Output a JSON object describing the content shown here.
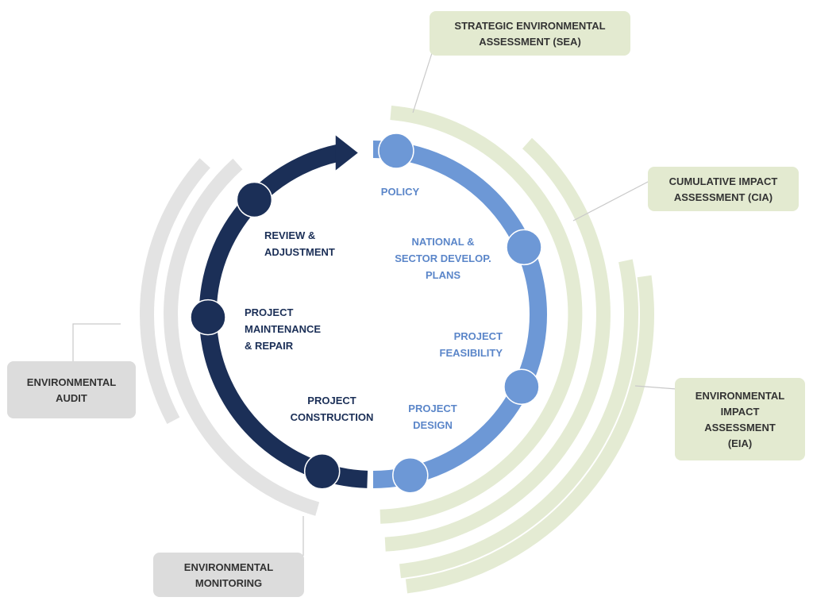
{
  "colors": {
    "dark_navy": "#1b2f57",
    "light_blue": "#6d98d6",
    "light_blue_text": "#5b86c9",
    "green_arc": "#e4ebd3",
    "green_box": "#e3ead0",
    "gray_arc": "#e3e3e3",
    "gray_box": "#dcdcdc"
  },
  "stages": [
    {
      "id": "policy",
      "lines": [
        "POLICY"
      ]
    },
    {
      "id": "plans",
      "lines": [
        "NATIONAL &",
        "SECTOR DEVELOP.",
        "PLANS"
      ]
    },
    {
      "id": "feasibility",
      "lines": [
        "PROJECT",
        "FEASIBILITY"
      ]
    },
    {
      "id": "design",
      "lines": [
        "PROJECT",
        "DESIGN"
      ]
    },
    {
      "id": "construction",
      "lines": [
        "PROJECT",
        "CONSTRUCTION"
      ]
    },
    {
      "id": "maintenance",
      "lines": [
        "PROJECT",
        "MAINTENANCE",
        "& REPAIR"
      ]
    },
    {
      "id": "review",
      "lines": [
        "REVIEW &",
        "ADJUSTMENT"
      ]
    }
  ],
  "assessment_boxes": [
    {
      "id": "sea",
      "lines": [
        "STRATEGIC ENVIRONMENTAL",
        "ASSESSMENT (SEA)"
      ]
    },
    {
      "id": "cia",
      "lines": [
        "CUMULATIVE IMPACT",
        "ASSESSMENT (CIA)"
      ]
    },
    {
      "id": "eia",
      "lines": [
        "ENVIRONMENTAL",
        "IMPACT",
        "ASSESSMENT",
        "(EIA)"
      ]
    }
  ],
  "followup_boxes": [
    {
      "id": "audit",
      "lines": [
        "ENVIRONMENTAL",
        "AUDIT"
      ]
    },
    {
      "id": "monitoring",
      "lines": [
        "ENVIRONMENTAL",
        "MONITORING"
      ]
    }
  ]
}
